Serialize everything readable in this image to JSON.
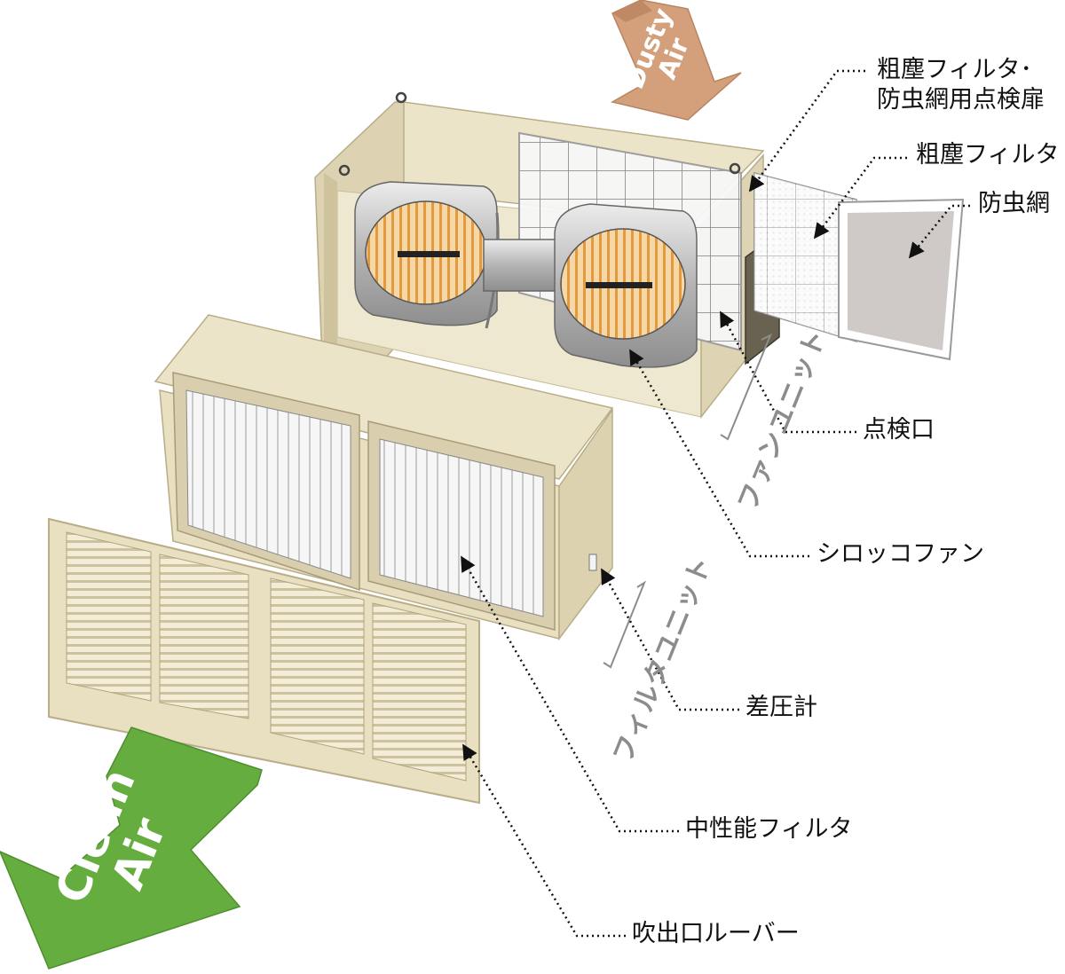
{
  "arrows": {
    "dusty": {
      "label_line1": "Dusty",
      "label_line2": "Air",
      "color": "#d4a07c"
    },
    "clean": {
      "label_line1": "Clean",
      "label_line2": "Air",
      "color": "#66ad3f"
    }
  },
  "units": {
    "fan_unit": "ファンユニット",
    "filter_unit": "フィルタユニット"
  },
  "callouts": {
    "inspection_door_line1": "粗塵フィルタ･",
    "inspection_door_line2": "防虫網用点検扉",
    "coarse_filter": "粗塵フィルタ",
    "insect_net": "防虫網",
    "inspection_port": "点検口",
    "sirocco_fan": "シロッコファン",
    "differential_pressure_gauge": "差圧計",
    "medium_filter": "中性能フィルタ",
    "outlet_louver": "吹出口ルーバー"
  },
  "colors": {
    "housing": "#ece4c8",
    "housing_shade": "#d9cfae",
    "housing_dark": "#c4b890",
    "filter_media": "#f2f2f2",
    "fan_metal": "#b8b8b8",
    "fan_blades": "#e39a3c",
    "net": "#cfcac8"
  }
}
